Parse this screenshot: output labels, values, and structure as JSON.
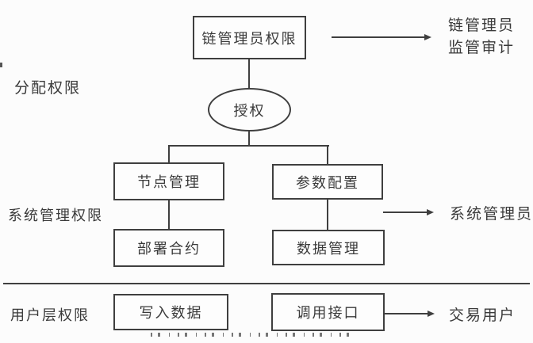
{
  "diagram": {
    "type": "flowchart",
    "nodes": {
      "chain_admin_permission": "链管理员权限",
      "authorize": "授权",
      "node_management": "节点管理",
      "parameter_config": "参数配置",
      "deploy_contract": "部署合约",
      "data_management": "数据管理",
      "write_data": "写入数据",
      "call_interface": "调用接口"
    },
    "row_labels": {
      "assign_permission": "分配权限",
      "system_mgmt_permission": "系统管理权限",
      "user_layer_permission": "用户层权限"
    },
    "actors": {
      "chain_admin_line1": "链管理员",
      "chain_admin_line2": "监管审计",
      "system_admin": "系统管理员",
      "transaction_user": "交易用户"
    },
    "colors": {
      "stroke": "#3f3f3f",
      "text": "#3a3a3a",
      "background": "#fcfcfc"
    }
  }
}
